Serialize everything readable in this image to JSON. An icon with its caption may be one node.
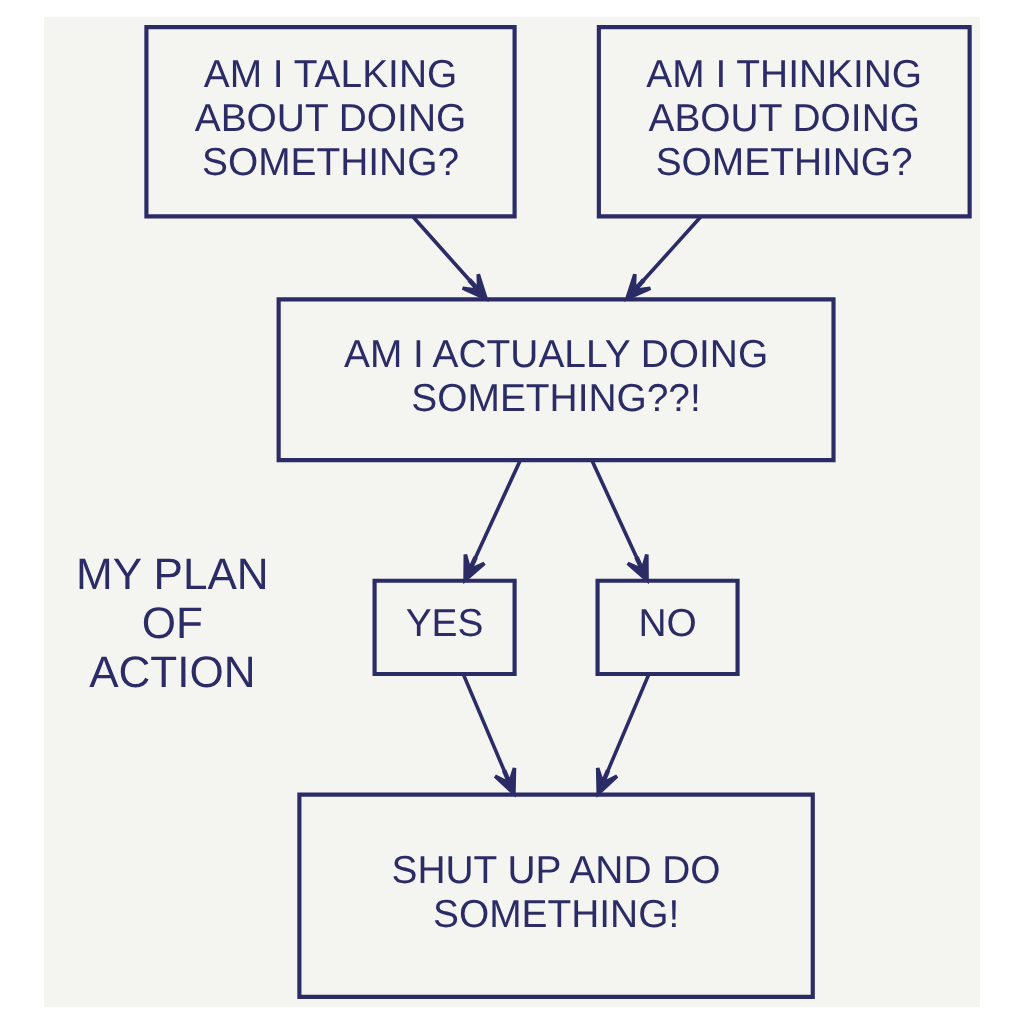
{
  "diagram": {
    "nodes": [
      {
        "text": [
          "AM I TALKING ABOUT DOING SOMETHING?"
        ]
      },
      {
        "text": [
          "AM I THINKING ABOUT DOING SOMETHING?"
        ]
      },
      {
        "text": [
          "AM I ACTUALLY DOING SOMETHING??!"
        ]
      },
      {
        "text": [
          "YES"
        ]
      },
      {
        "text": [
          "NO"
        ]
      },
      {
        "text": [
          "SHUT UP AND DO SOMETHING!"
        ]
      }
    ],
    "edges": [
      {
        "from": 0,
        "to": 2,
        "arrow": "to"
      },
      {
        "from": 1,
        "to": 2,
        "arrow": "to"
      },
      {
        "from": 2,
        "to": 3,
        "arrow": "to"
      },
      {
        "from": 2,
        "to": 4,
        "arrow": "to"
      },
      {
        "from": 3,
        "to": 5,
        "arrow": "to"
      },
      {
        "from": 4,
        "to": 5,
        "arrow": "to"
      }
    ],
    "labels": [
      "MY PLAN OF ACTION"
    ]
  }
}
